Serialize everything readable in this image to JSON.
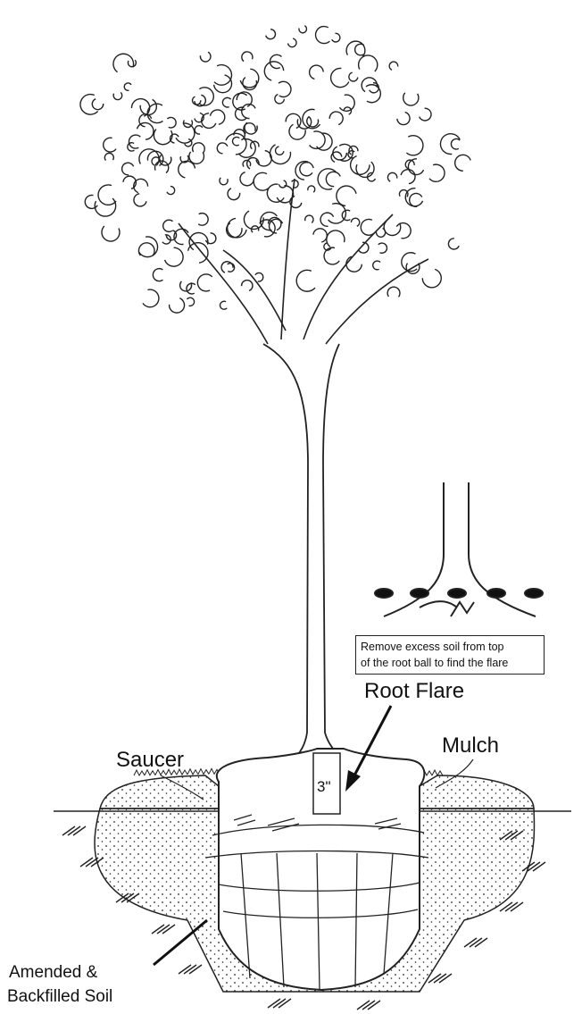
{
  "labels": {
    "root_flare": "Root Flare",
    "saucer": "Saucer",
    "mulch": "Mulch",
    "depth_marker": "3\"",
    "amended_line1": "Amended &",
    "amended_line2": "Backfilled Soil"
  },
  "inset_note": {
    "line1": "Remove excess soil from top",
    "line2": "of the root ball to find the flare"
  }
}
